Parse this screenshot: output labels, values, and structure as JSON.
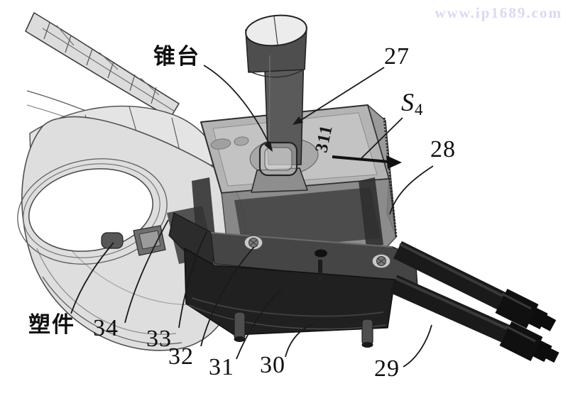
{
  "watermark": {
    "text": "www.ip1689.com",
    "color": "#d9d9f2"
  },
  "figure": {
    "type": "patent-technical-drawing",
    "part_marking": "311",
    "line_color": "#1a1a1a",
    "body_gray": "#b4b4b4",
    "dark_part_color": "#1f1f1f",
    "callouts": [
      {
        "id": "cone-frustum",
        "label": "锥台"
      },
      {
        "id": "27",
        "label": "27"
      },
      {
        "id": "s4",
        "label": "S",
        "subscript": "4"
      },
      {
        "id": "28",
        "label": "28"
      },
      {
        "id": "plastic-part",
        "label": "塑件"
      },
      {
        "id": "34",
        "label": "34"
      },
      {
        "id": "33",
        "label": "33"
      },
      {
        "id": "32",
        "label": "32"
      },
      {
        "id": "31",
        "label": "31"
      },
      {
        "id": "30",
        "label": "30"
      },
      {
        "id": "29",
        "label": "29"
      }
    ]
  }
}
